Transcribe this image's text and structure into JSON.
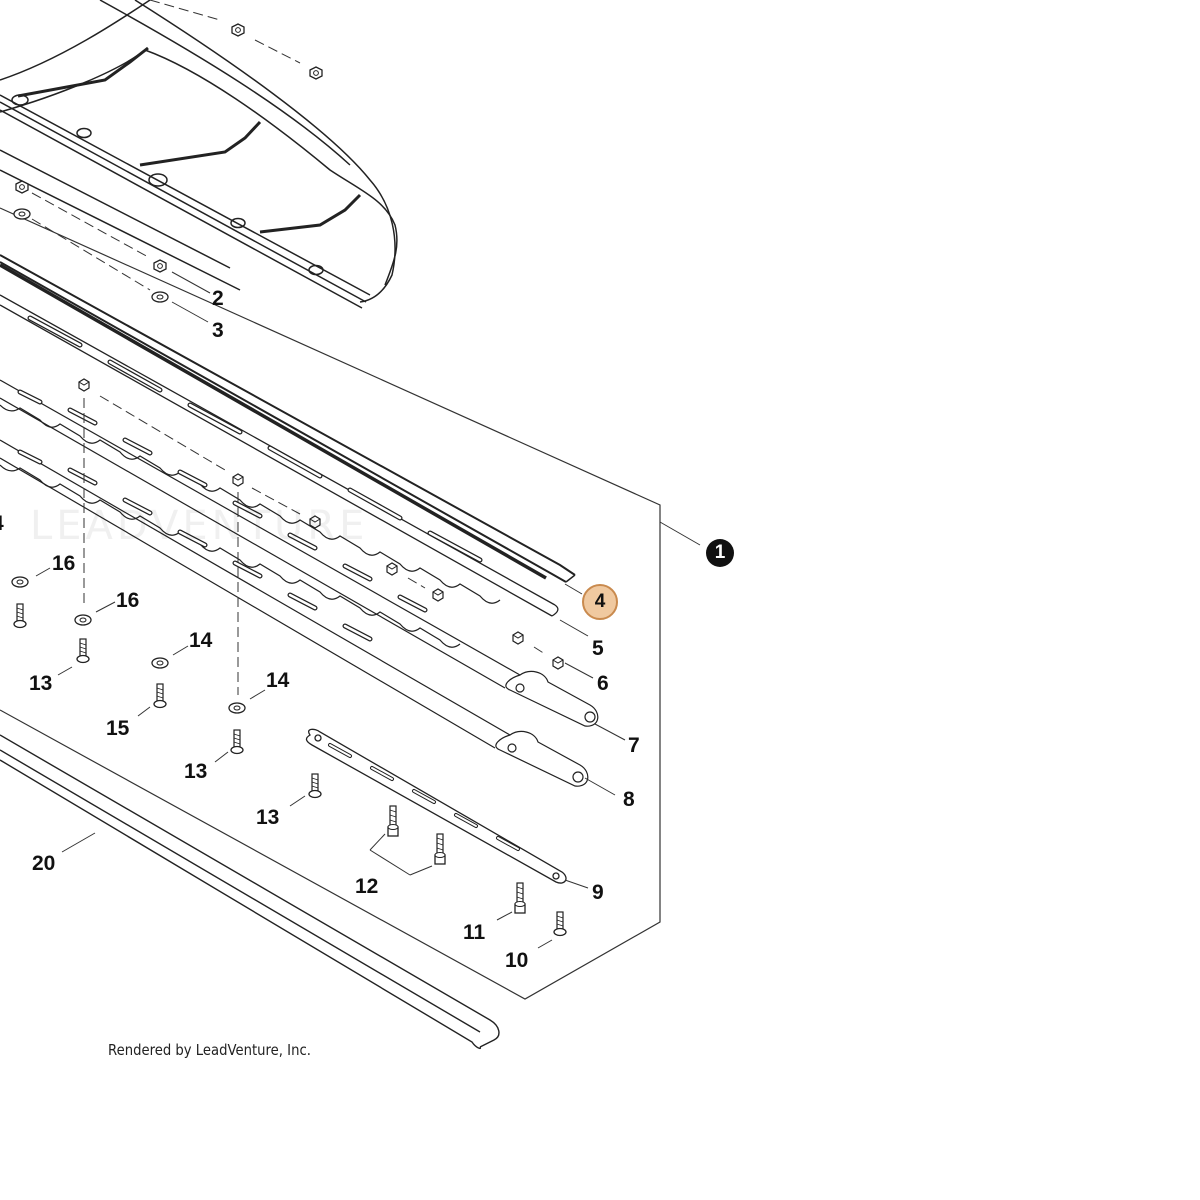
{
  "diagram": {
    "credit_text": "Rendered by LeadVenture, Inc.",
    "watermark_text": "LEADVENTURE",
    "highlight_color": "#f0c9a0",
    "highlight_border": "#c98a4e",
    "assembly_callout": "1",
    "highlighted_callout": "4",
    "callouts": {
      "c2": "2",
      "c3": "3",
      "c4a": "4",
      "c5": "5",
      "c6": "6",
      "c7": "7",
      "c8": "8",
      "c9": "9",
      "c10": "10",
      "c11": "11",
      "c12": "12",
      "c13a": "13",
      "c13b": "13",
      "c13c": "13",
      "c14a": "14",
      "c14b": "14",
      "c15": "15",
      "c16a": "16",
      "c16b": "16",
      "c20": "20"
    }
  }
}
